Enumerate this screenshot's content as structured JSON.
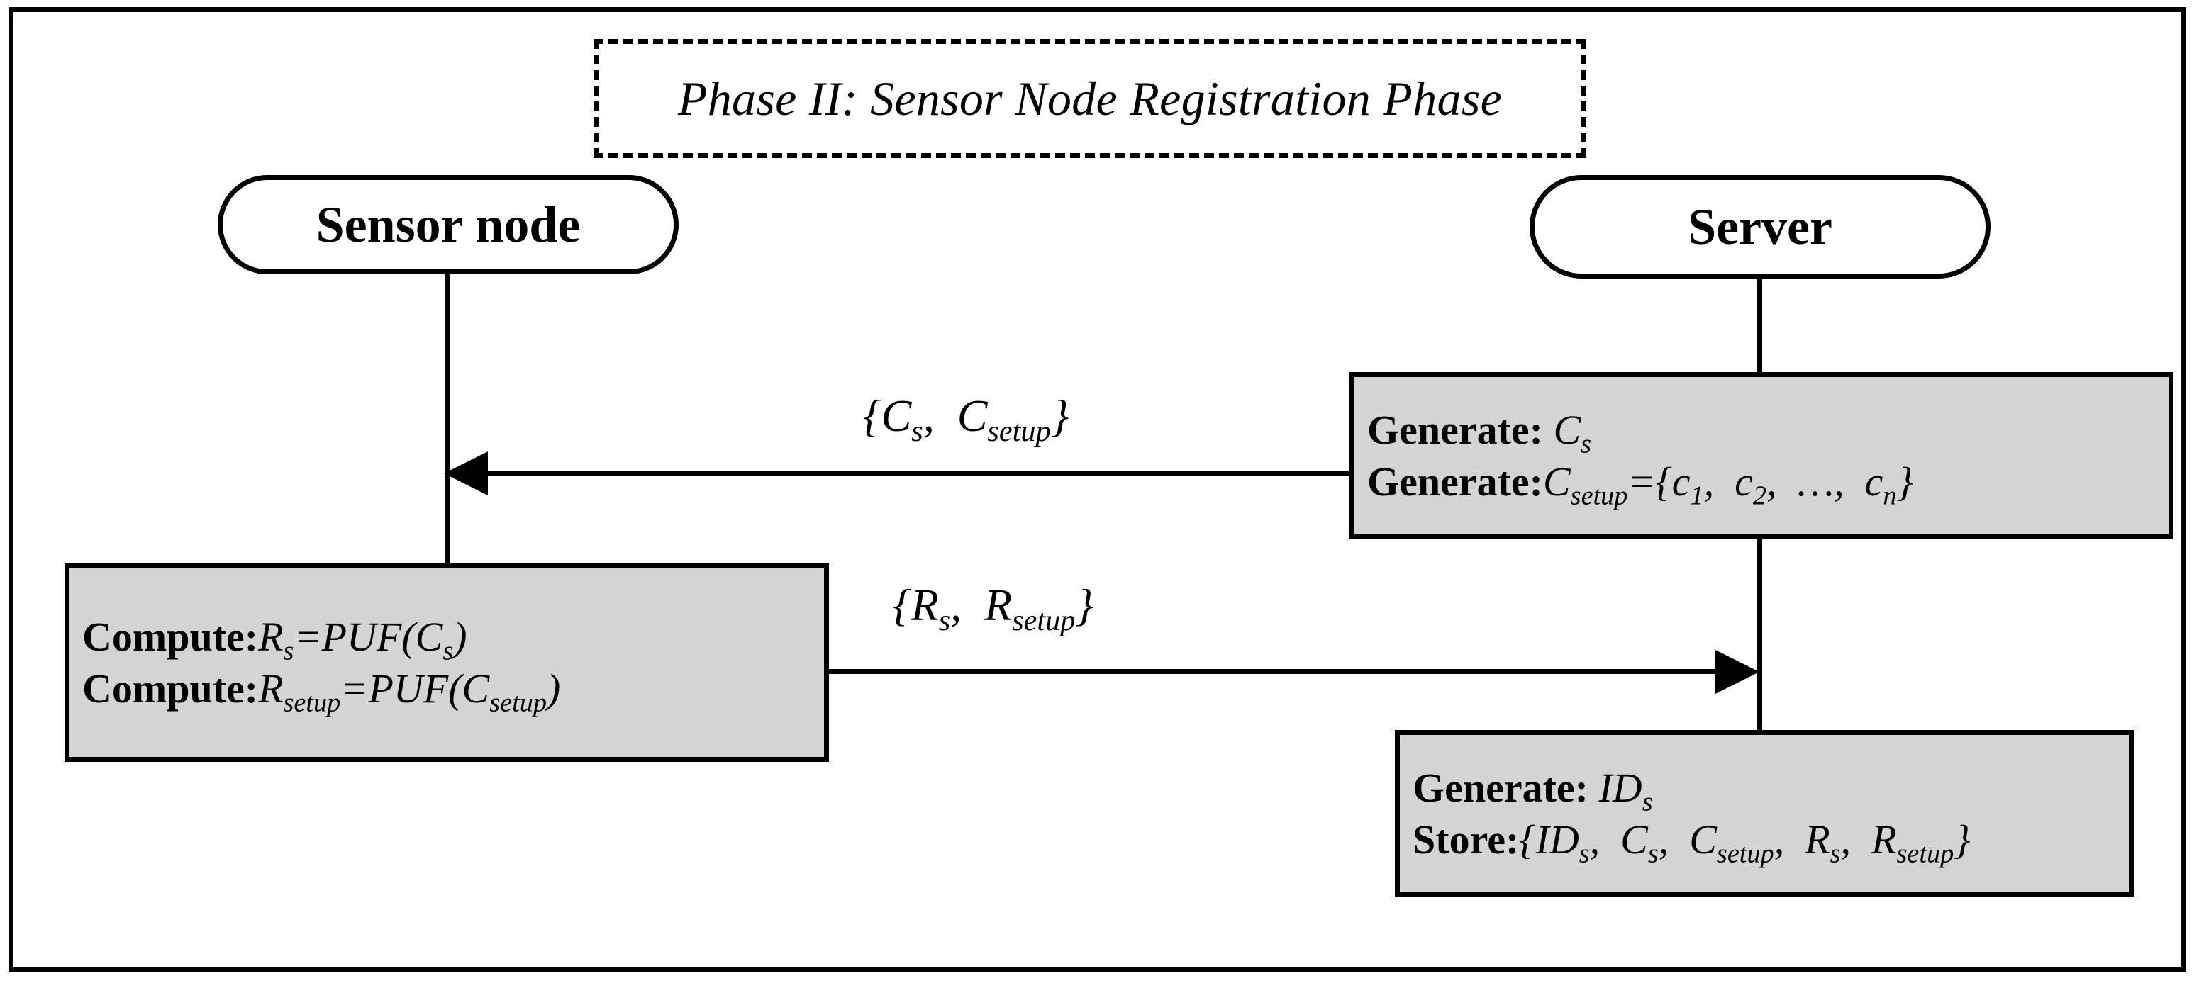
{
  "diagram": {
    "type": "sequence-diagram",
    "phase_title": "Phase II: Sensor Node Registration Phase",
    "actors": [
      {
        "id": "sensor-node",
        "label": "Sensor node"
      },
      {
        "id": "server",
        "label": "Server"
      }
    ],
    "messages": [
      {
        "id": "msg1",
        "label": "{Cs,  Csetup}",
        "label_parts": {
          "prefix": "{",
          "a_base": "C",
          "a_sub": "s",
          "sep": ",  ",
          "b_base": "C",
          "b_sub": "setup",
          "suffix": "}"
        },
        "from": "server",
        "to": "sensor-node",
        "direction": "right-to-left"
      },
      {
        "id": "msg2",
        "label": "{Rs,  Rsetup}",
        "label_parts": {
          "prefix": "{",
          "a_base": "R",
          "a_sub": "s",
          "sep": ",  ",
          "b_base": "R",
          "b_sub": "setup",
          "suffix": "}"
        },
        "from": "sensor-node",
        "to": "server",
        "direction": "left-to-right"
      }
    ],
    "process_boxes": [
      {
        "id": "box-server-generate",
        "owner": "server",
        "lines": [
          {
            "keyword": "Generate:",
            "expression": " Cs"
          },
          {
            "keyword": "Generate:",
            "expression": "Csetup={c1,  c2,  …,  cn}"
          }
        ]
      },
      {
        "id": "box-sensor-compute",
        "owner": "sensor-node",
        "lines": [
          {
            "keyword": "Compute:",
            "expression": "Rs=PUF(Cs)"
          },
          {
            "keyword": "Compute:",
            "expression": "Rsetup=PUF(Csetup)"
          }
        ]
      },
      {
        "id": "box-server-store",
        "owner": "server",
        "lines": [
          {
            "keyword": "Generate:",
            "expression": " IDs"
          },
          {
            "keyword": "Store:",
            "expression": "{IDs,  Cs,  Csetup,  Rs,  Rsetup}"
          }
        ]
      }
    ],
    "colors": {
      "process_box_fill": "#d4d4d4",
      "stroke": "#000000",
      "background": "#ffffff"
    }
  }
}
